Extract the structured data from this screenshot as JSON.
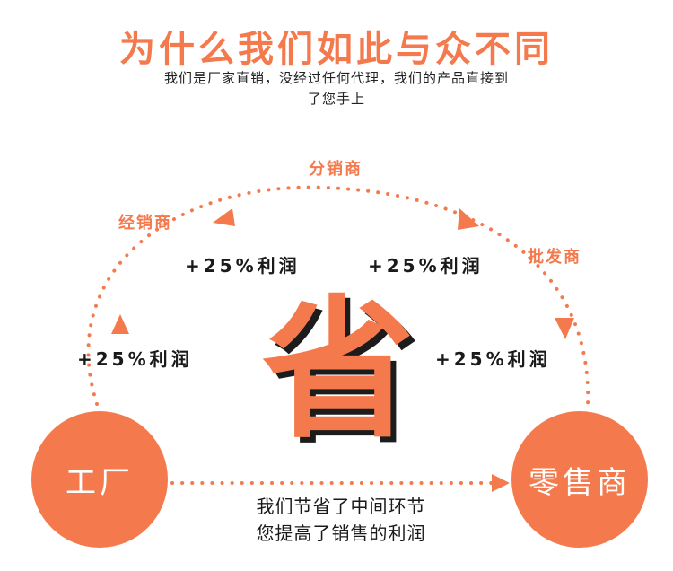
{
  "header": {
    "title": "为什么我们如此与众不同",
    "subtitle_line1": "我们是厂家直销，没经过任何代理，我们的产品直接到",
    "subtitle_line2": "了您手上"
  },
  "nodes": {
    "factory": "工厂",
    "distributor": "经销商",
    "sub_distributor": "分销商",
    "wholesaler": "批发商",
    "retailer": "零售商"
  },
  "profits": {
    "left": "+25%利润",
    "upper_left": "+25%利润",
    "upper_right": "+25%利润",
    "right": "+25%利润"
  },
  "center": {
    "big_char": "省"
  },
  "bottom": {
    "line1": "我们节省了中间环节",
    "line2": "您提高了销售的利润"
  },
  "colors": {
    "accent": "#f47a4e",
    "text": "#1a1a1a",
    "background": "#ffffff"
  }
}
